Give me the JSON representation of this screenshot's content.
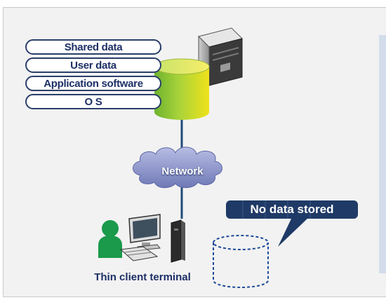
{
  "server_layers": [
    {
      "label": "Shared data"
    },
    {
      "label": "User data"
    },
    {
      "label": "Application software"
    },
    {
      "label": "O S"
    }
  ],
  "network": {
    "label": "Network"
  },
  "callout": {
    "label": "No data stored"
  },
  "client": {
    "label": "Thin client terminal"
  },
  "colors": {
    "navy": "#1d2f66",
    "cloud": "#8a93c8",
    "person": "#1a9a4a",
    "cylinder_green": "#8ec63f",
    "cylinder_yellow": "#f2e21c",
    "background": "#f2f2f2"
  }
}
